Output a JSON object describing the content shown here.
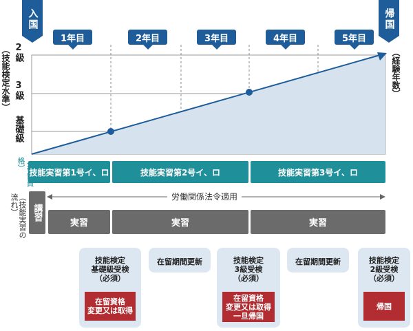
{
  "markers": {
    "entry": "入国",
    "return": "帰国"
  },
  "years": [
    "1年目",
    "2年目",
    "3年目",
    "4年目",
    "5年目"
  ],
  "levels": {
    "level2": "2級",
    "level3": "3級",
    "basic": "基礎級"
  },
  "axis": {
    "y_label": "（技能検定水準）",
    "x_label": "（経験年数）"
  },
  "left_labels": {
    "status": "（在留資格）",
    "flow": "（技能実習の流れ）",
    "lecture": "講習"
  },
  "visa_bars": [
    "技能実習第1号イ、ロ",
    "技能実習第2号イ、ロ",
    "技能実習第3号イ、ロ"
  ],
  "law_label": "労働関係法令適用",
  "practice_bars": [
    "実習",
    "実習",
    "実習"
  ],
  "cards": [
    {
      "title": "技能検定\n基礎級受検\n（必須）",
      "action": "在留資格\n変更又は取得"
    },
    {
      "title": "技能検定\n3級受検\n（必須）",
      "action": "在留資格\n変更又は取得\n一旦帰国"
    },
    {
      "title": "技能検定\n2級受検\n（必須）",
      "action": "帰国"
    }
  ],
  "renewals": [
    "在留期間更新",
    "在留期間更新"
  ],
  "colors": {
    "blue": "#1f5d9a",
    "teal": "#1f8f9a",
    "grey": "#6b6b6b",
    "red": "#b22d32",
    "area_fill": "#d6e2ee",
    "card_bg": "#dde7f1"
  }
}
